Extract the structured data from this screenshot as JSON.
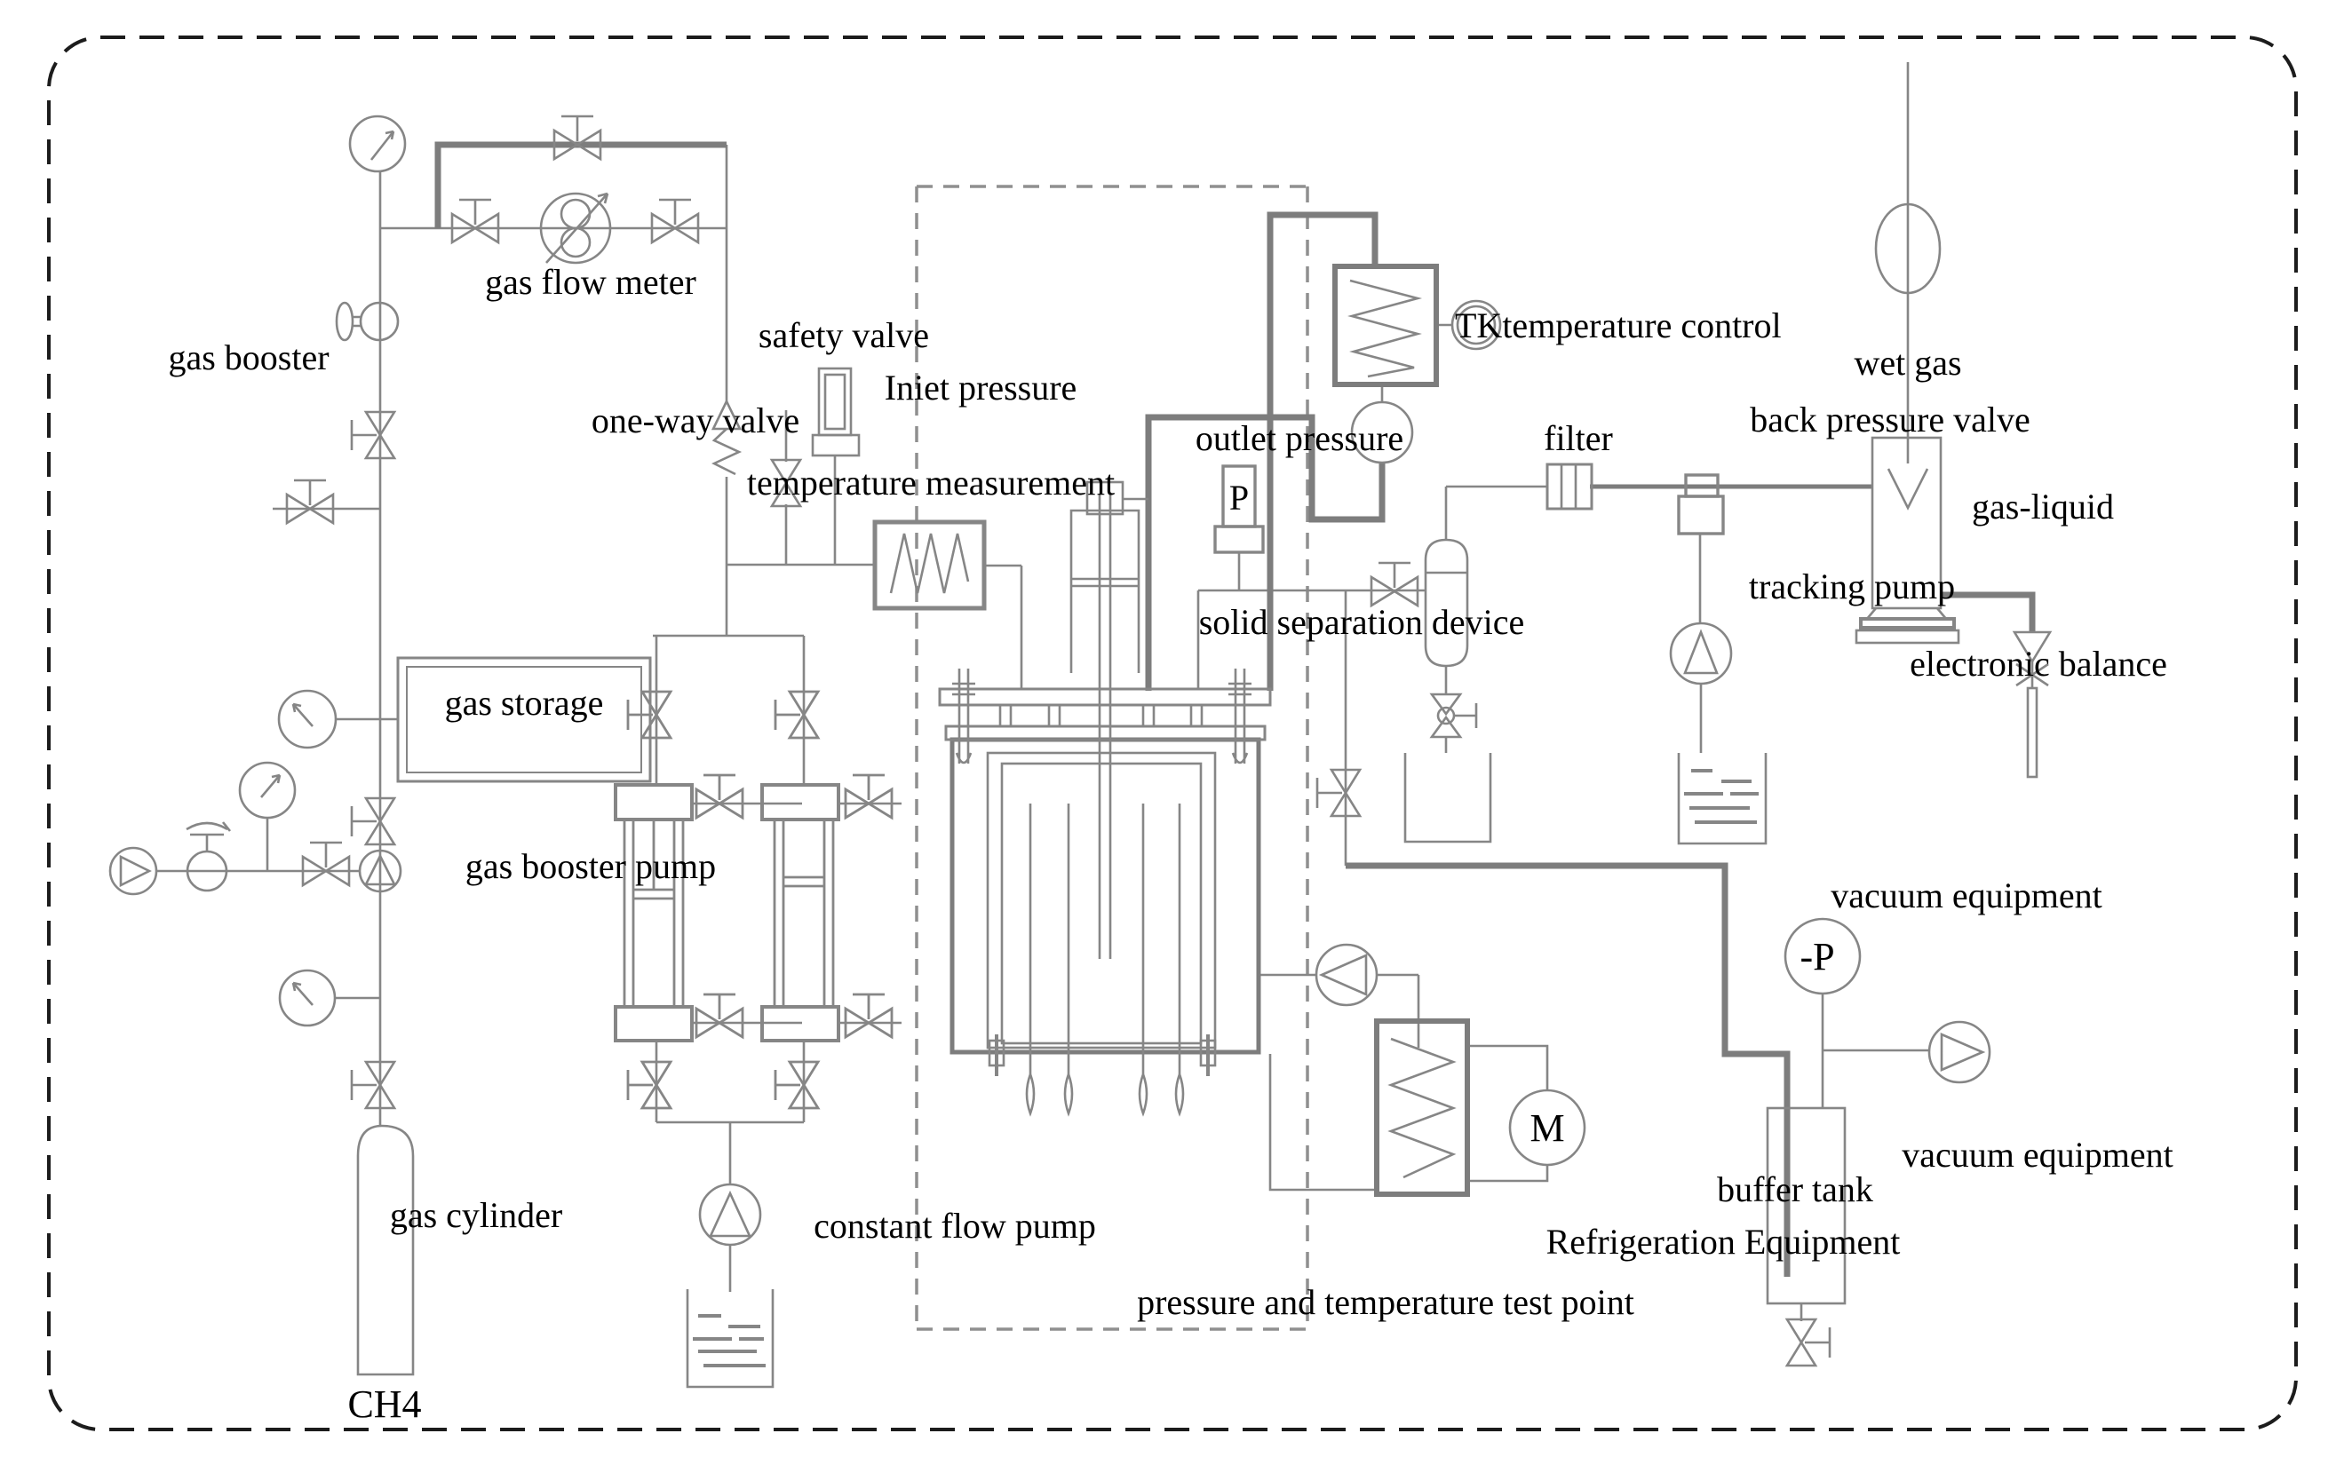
{
  "diagram": {
    "type": "piping-and-instrumentation-diagram",
    "subject": "gas hydrate experimental apparatus",
    "colors": {
      "line": "#868686",
      "pipe": "#7d7d7d",
      "text": "#000000",
      "background": "#ffffff",
      "border_dash": "#1c1c1c",
      "inner_dash": "#8f8f8f"
    },
    "labels": {
      "gas_flow_meter": "gas flow meter",
      "gas_booster": "gas booster",
      "safety_valve": "safety valve",
      "iniet_pressure": "Iniet pressure",
      "one_way_valve": "one-way valve",
      "temperature_measurement": "temperature measurement",
      "gas_storage": "gas storage",
      "gas_booster_pump": "gas booster pump",
      "constant_flow_pump": "constant flow pump",
      "gas_cylinder": "gas cylinder",
      "ch4": "CH4",
      "wet_gas": "wet gas",
      "tk_temperature_control": "TKtemperature control",
      "outlet_pressure": "outlet pressure",
      "filter": "filter",
      "back_pressure_valve": "back pressure valve",
      "gas_liquid": "gas-liquid",
      "tracking_pump": "tracking pump",
      "electronic_balance": "electronic balance",
      "solid_separation_device": "solid separation device",
      "vacuum_equipment_top": "vacuum equipment",
      "vacuum_equipment_side": "vacuum equipment",
      "buffer_tank": "buffer tank",
      "refrigeration_equipment": "Refrigeration Equipment",
      "pressure_temperature_test_point": "pressure and temperature test point",
      "motor": "M",
      "pressure_sensor": "P",
      "vacuum_gauge": "-P"
    }
  }
}
